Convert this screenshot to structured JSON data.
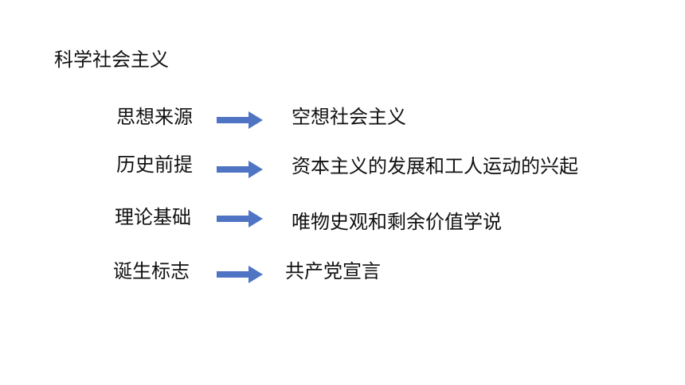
{
  "title": "科学社会主义",
  "rows": [
    {
      "label": "思想来源",
      "value": "空想社会主义",
      "arrow_icon": "right-arrow-icon"
    },
    {
      "label": "历史前提",
      "value": "资本主义的发展和工人运动的兴起",
      "arrow_icon": "right-arrow-icon"
    },
    {
      "label": "理论基础",
      "value": "唯物史观和剩余价值学说",
      "arrow_icon": "right-arrow-icon"
    },
    {
      "label": "诞生标志",
      "value": "共产党宣言",
      "arrow_icon": "right-arrow-icon"
    }
  ],
  "colors": {
    "arrow": "#4f74c4",
    "text": "#111111",
    "background": "#ffffff"
  }
}
